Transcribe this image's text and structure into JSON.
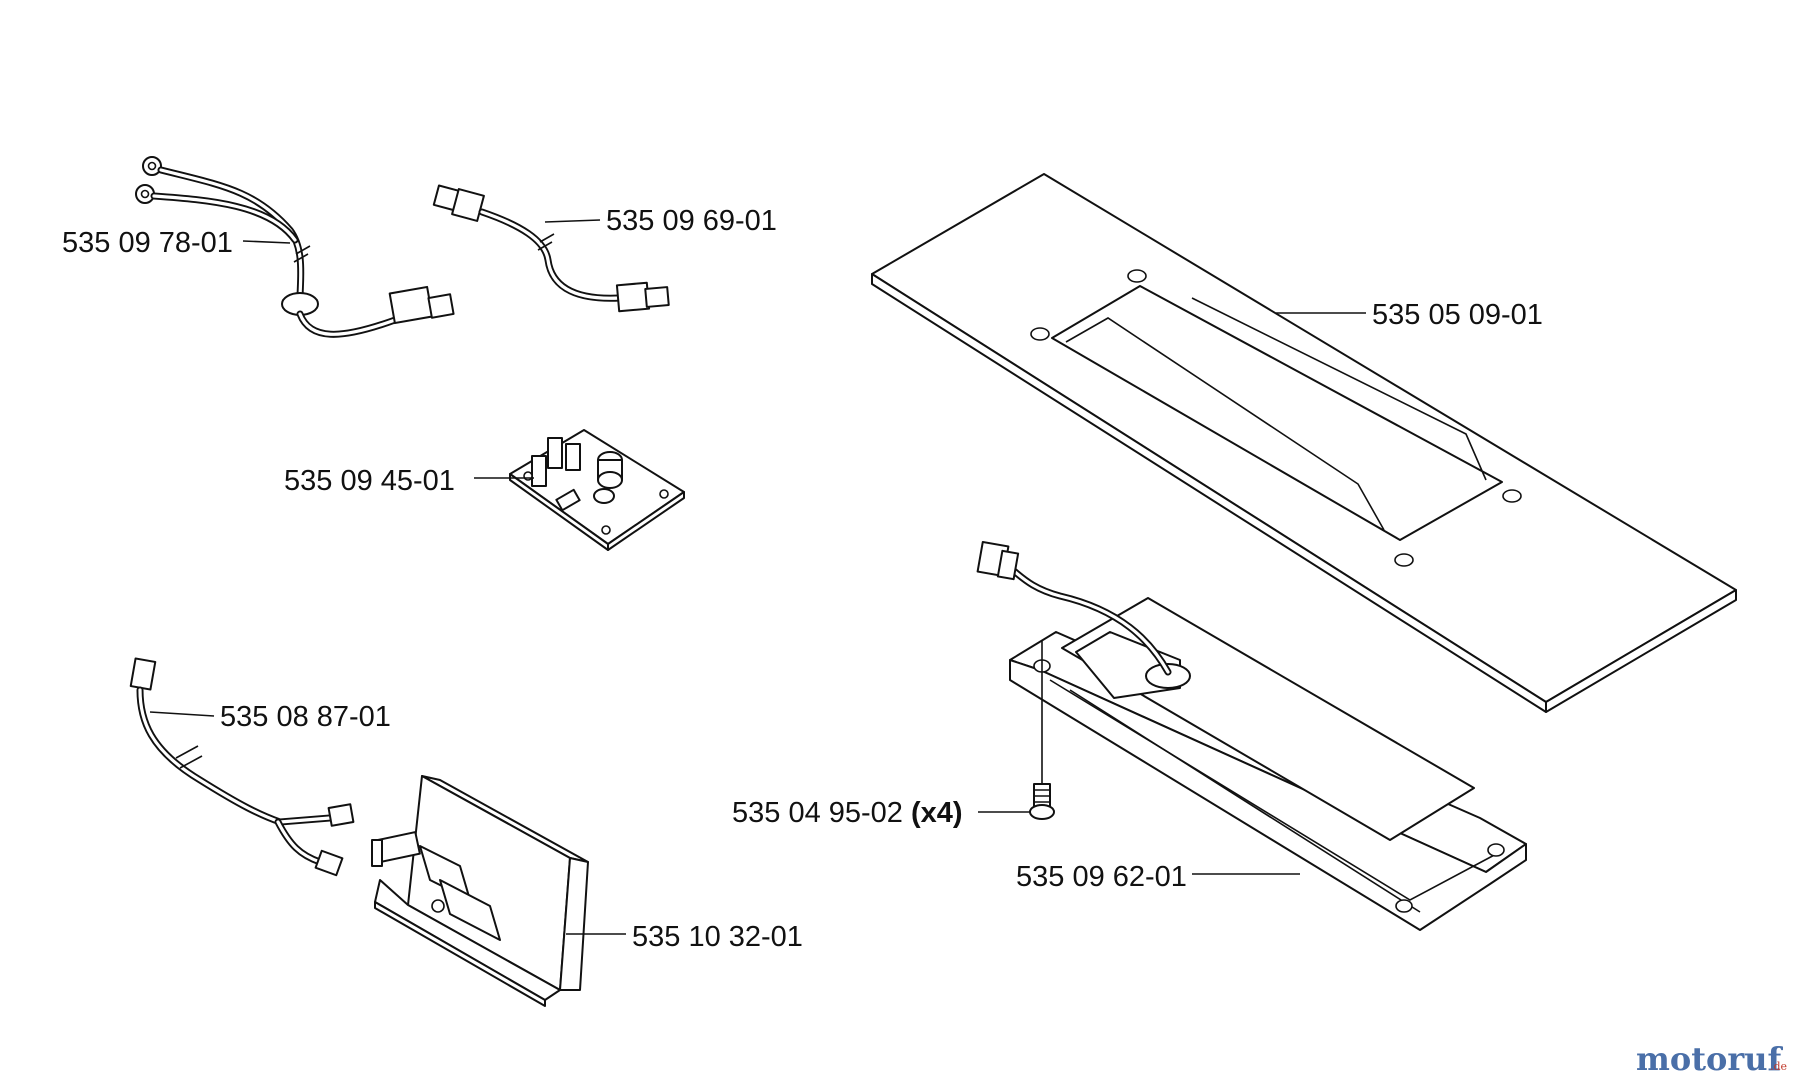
{
  "parts": [
    {
      "id": "cable-harness-two-ring",
      "number": "535 09 78-01"
    },
    {
      "id": "cable-connector-short",
      "number": "535 09 69-01"
    },
    {
      "id": "top-plate",
      "number": "535 05 09-01"
    },
    {
      "id": "circuit-board",
      "number": "535 09 45-01"
    },
    {
      "id": "cable-single",
      "number": "535 08 87-01"
    },
    {
      "id": "screw",
      "number": "535 04 95-02",
      "quantity": "(x4)"
    },
    {
      "id": "switch-bracket",
      "number": "535 10 32-01"
    },
    {
      "id": "bottom-cover",
      "number": "535 09 62-01"
    }
  ],
  "watermark": {
    "main": "motoruf",
    "suffix": ".de",
    "color_main": "#4a6fa8",
    "color_accent": "#c0392b"
  }
}
